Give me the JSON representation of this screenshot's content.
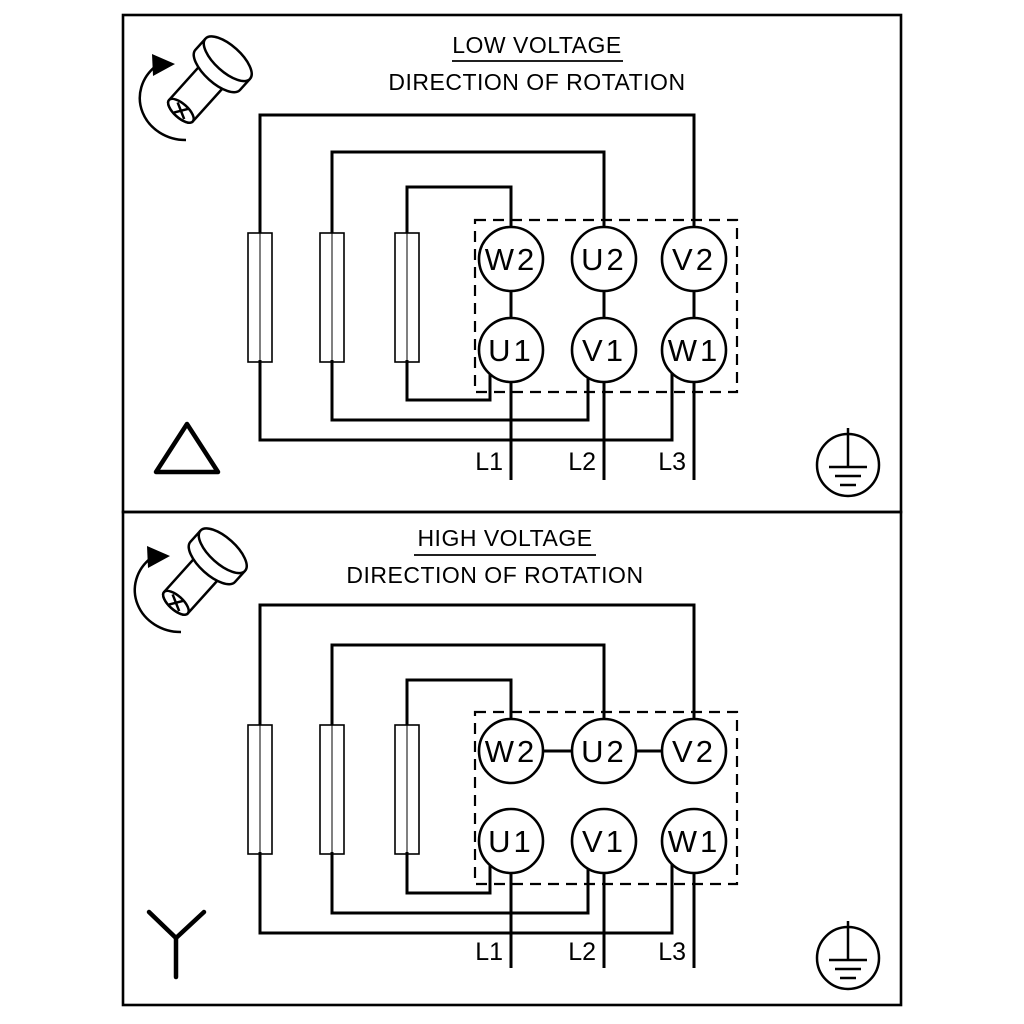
{
  "diagram": {
    "background": "#ffffff",
    "line_color": "#000000",
    "panels": [
      {
        "id": "low-voltage",
        "title": "LOW VOLTAGE",
        "subtitle": "DIRECTION OF ROTATION",
        "connection_symbol": "delta",
        "terminals_top": [
          "W2",
          "U2",
          "V2"
        ],
        "terminals_bottom": [
          "U1",
          "V1",
          "W1"
        ],
        "supply_lines": [
          "L1",
          "L2",
          "L3"
        ]
      },
      {
        "id": "high-voltage",
        "title": "HIGH VOLTAGE",
        "subtitle": "DIRECTION OF ROTATION",
        "connection_symbol": "star",
        "terminals_top": [
          "W2",
          "U2",
          "V2"
        ],
        "terminals_bottom": [
          "U1",
          "V1",
          "W1"
        ],
        "supply_lines": [
          "L1",
          "L2",
          "L3"
        ]
      }
    ]
  }
}
